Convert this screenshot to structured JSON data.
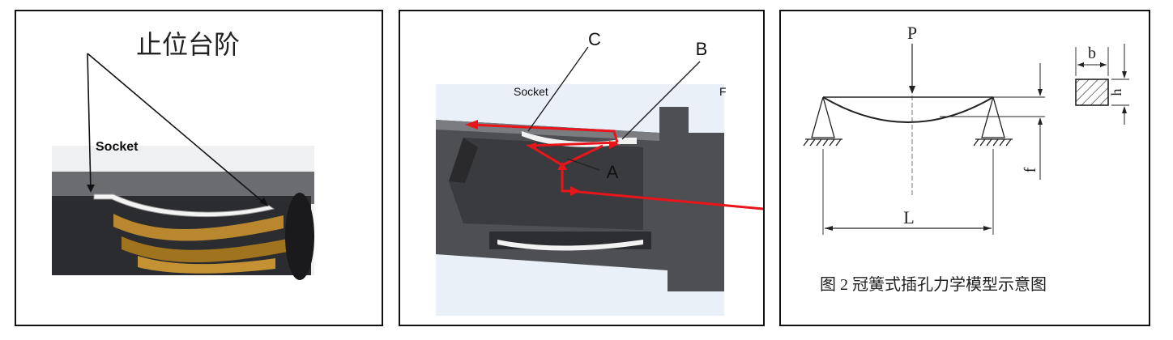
{
  "panel1": {
    "title": "止位台阶",
    "socket_text": "Socket"
  },
  "panel2": {
    "label_c": "C",
    "label_b": "B",
    "label_a": "A",
    "socket_text": "Socket",
    "edge_text": "F"
  },
  "panel3": {
    "label_p": "P",
    "label_b": "b",
    "label_h": "h",
    "label_f": "f",
    "label_l": "L",
    "caption": "图 2   冠簧式插孔力学模型示意图"
  },
  "colors": {
    "border": "#111111",
    "arrow_red": "#e8151b",
    "metal_gray": "#4d4f52",
    "spring_white": "#f2f2f2"
  }
}
